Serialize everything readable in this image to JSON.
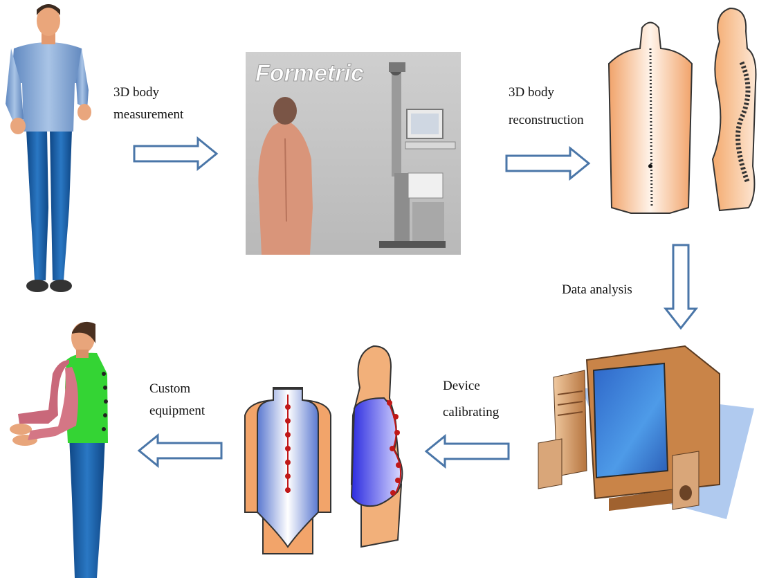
{
  "steps": {
    "measurement": {
      "line1": "3D body",
      "line2": "measurement"
    },
    "reconstruction": {
      "line1": "3D body",
      "line2": "reconstruction"
    },
    "analysis": {
      "label": "Data analysis"
    },
    "calibrating": {
      "line1": "Device",
      "line2": "calibrating"
    },
    "custom": {
      "line1": "Custom",
      "line2": "equipment"
    }
  },
  "device_brand": "Formetric",
  "colors": {
    "arrow_stroke": "#4a76a8",
    "arrow_fill": "#ffffff",
    "skin": "#f2b98a",
    "shirt": "#8fb0d8",
    "pants": "#1f5fa0",
    "vest": "#3ec93e",
    "brace_blue": "#4a4ae0",
    "spine_dot": "#c01818",
    "monitor_screen": "#3a7fd6",
    "monitor_case": "#b56a3a"
  }
}
